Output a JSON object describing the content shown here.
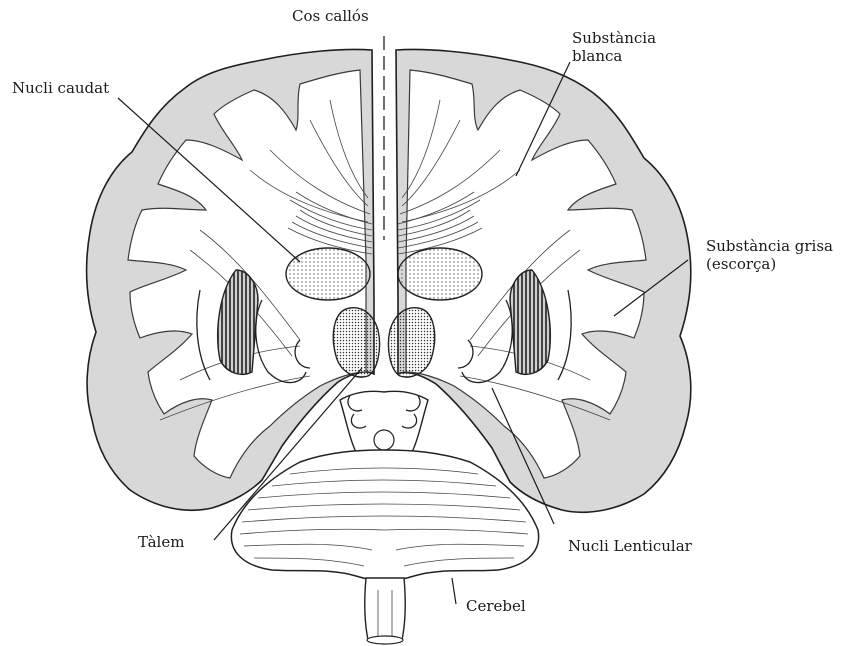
{
  "labels": {
    "cos_callos": "Cos callós",
    "substancia_blanca_line1": "Substància",
    "substancia_blanca_line2": "blanca",
    "nucli_caudat": "Nucli caudat",
    "substancia_grisa_line1": "Substància grisa",
    "substancia_grisa_line2": "(escorça)",
    "talem": "Tàlem",
    "nucli_lenticular": "Nucli Lenticular",
    "cerebel": "Cerebel"
  },
  "colors": {
    "gray_matter": "#d8d8d8",
    "white_matter": "#ffffff",
    "ink": "#1f1f1f"
  }
}
